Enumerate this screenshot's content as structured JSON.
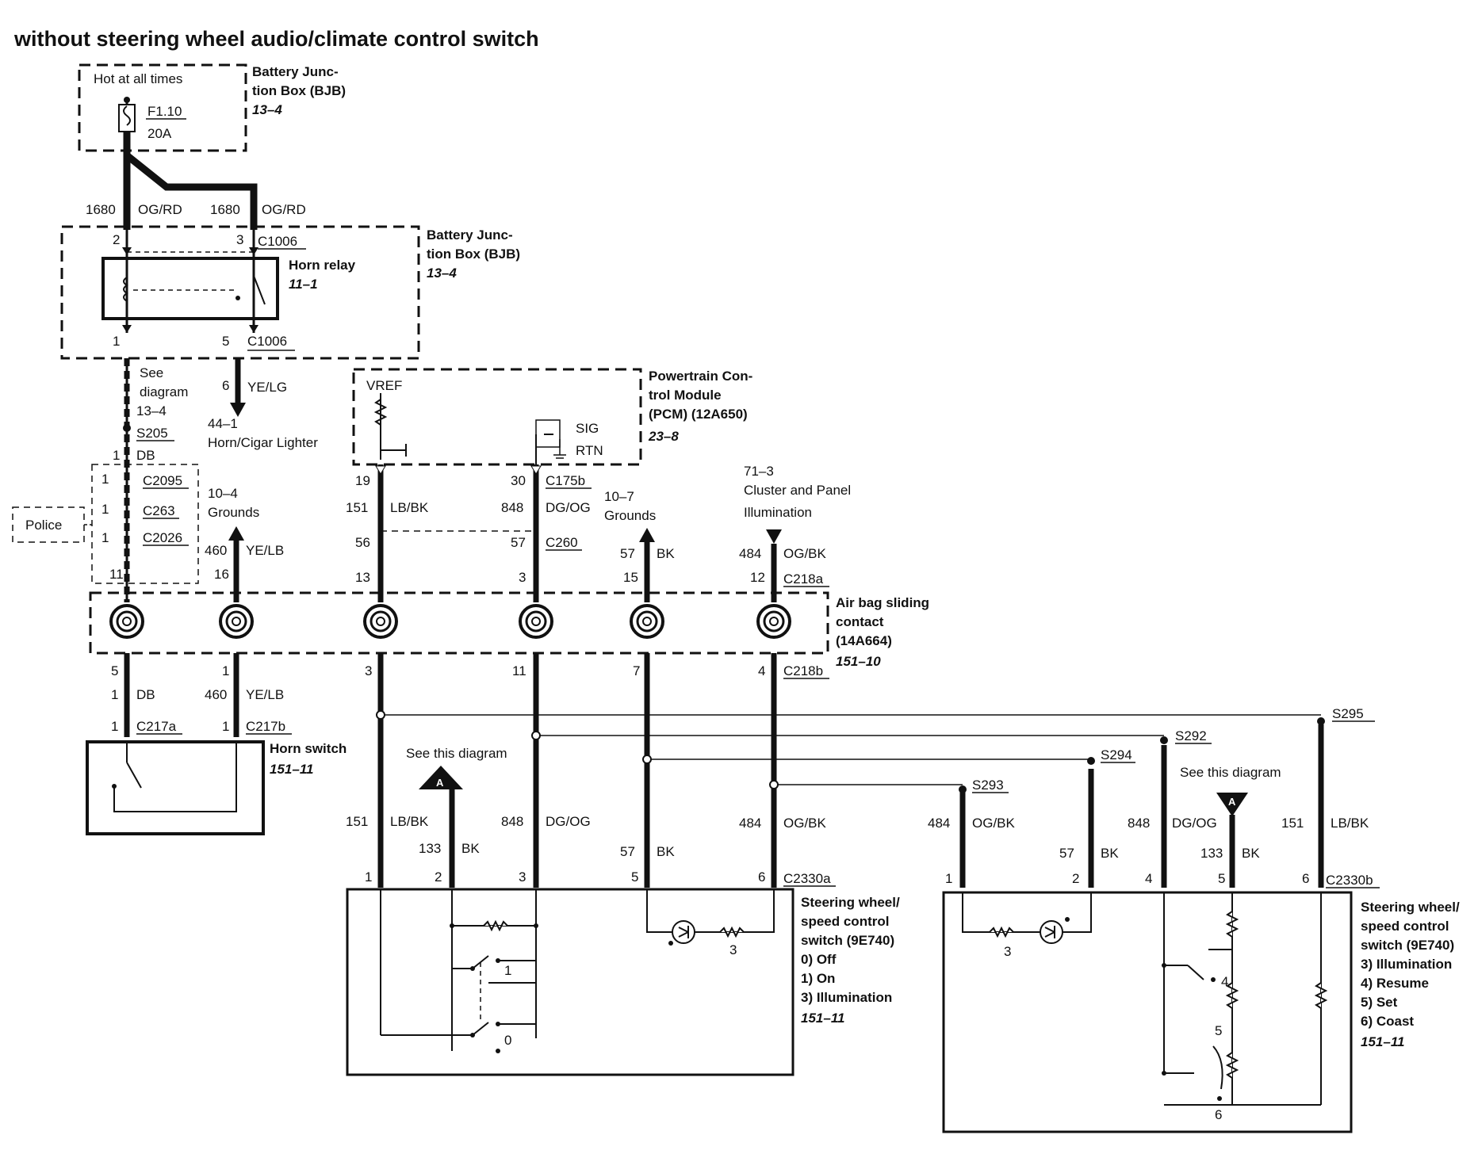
{
  "title": "without steering wheel audio/climate control switch",
  "fuse_box": {
    "hot_label": "Hot at all times",
    "fuse_id": "F1.10",
    "fuse_rating": "20A"
  },
  "bjb": {
    "line1": "Battery Junc-",
    "line2": "tion Box (BJB)",
    "ref": "13–4"
  },
  "relay": {
    "name": "Horn relay",
    "ref": "11–1"
  },
  "wires": {
    "w1680_num": "1680",
    "w1680_color": "OG/RD",
    "w6_num": "6",
    "w6_color": "YE/LG",
    "db": "DB",
    "w460": "460",
    "w460_color": "YE/LB",
    "w151": "151",
    "lbbk": "LB/BK",
    "w848": "848",
    "dgog": "DG/OG",
    "w57": "57",
    "bk": "BK",
    "w484": "484",
    "ogbk": "OG/BK",
    "w133": "133"
  },
  "connectors": {
    "c1006": "C1006",
    "c2095": "C2095",
    "c263": "C263",
    "c2026": "C2026",
    "c175b": "C175b",
    "c260": "C260",
    "c218a": "C218a",
    "c218b": "C218b",
    "c217a": "C217a",
    "c217b": "C217b",
    "c2330a": "C2330a",
    "c2330b": "C2330b"
  },
  "splices": {
    "s205": "S205",
    "s293": "S293",
    "s294": "S294",
    "s292": "S292",
    "s295": "S295"
  },
  "pins": {
    "p1": "1",
    "p2": "2",
    "p3": "3",
    "p4": "4",
    "p5": "5",
    "p6": "6",
    "p7": "7",
    "p11": "11",
    "p12": "12",
    "p13": "13",
    "p15": "15",
    "p16": "16",
    "p19": "19",
    "p30": "30",
    "p56": "56",
    "p57": "57",
    "p0": "0"
  },
  "labels": {
    "see_diagram": "See",
    "see_diagram2": "diagram",
    "see_diagram3": "13–4",
    "horn_cigar_ref": "44–1",
    "horn_cigar": "Horn/Cigar Lighter",
    "grounds_ref1": "10–4",
    "grounds": "Grounds",
    "grounds_ref2": "10–7",
    "police": "Police",
    "cluster_ref": "71–3",
    "cluster1": "Cluster and Panel",
    "cluster2": "Illumination",
    "see_this_diagram": "See this diagram",
    "marker_a": "A",
    "vref": "VREF",
    "sig": "SIG",
    "rtn": "RTN"
  },
  "pcm": {
    "line1": "Powertrain Con-",
    "line2": "trol Module",
    "line3": "(PCM) (12A650)",
    "ref": "23–8"
  },
  "airbag": {
    "line1": "Air bag sliding",
    "line2": "contact",
    "line3": "(14A664)",
    "ref": "151–10"
  },
  "horn_switch": {
    "name": "Horn switch",
    "ref": "151–11"
  },
  "sw_a": {
    "line1": "Steering wheel/",
    "line2": "speed control",
    "line3": "switch (9E740)",
    "pos0": "0)   Off",
    "pos1": "1)   On",
    "pos3": "3)   Illumination",
    "ref": "151–11"
  },
  "sw_b": {
    "line1": "Steering wheel/",
    "line2": "speed control",
    "line3": "switch (9E740)",
    "pos3": "3)   Illumination",
    "pos4": "4)   Resume",
    "pos5": "5)   Set",
    "pos6": "6)   Coast",
    "ref": "151–11"
  }
}
